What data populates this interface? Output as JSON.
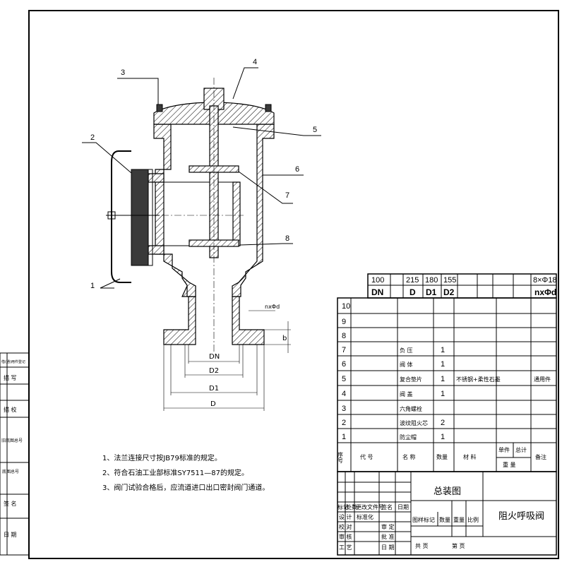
{
  "drawing": {
    "callouts": [
      "1",
      "2",
      "3",
      "4",
      "5",
      "6",
      "7",
      "8"
    ],
    "dims": {
      "dn": "DN",
      "d2": "D2",
      "d1": "D1",
      "d": "D",
      "b": "b",
      "nxd": "nxΦd"
    }
  },
  "notes": [
    "1、法兰连接尺寸按JB79标准的规定。",
    "2、符合石油工业部标准SY7511—87的规定。",
    "3、阀门试验合格后，应流道进口出口密封阀门通道。"
  ],
  "spec_table": {
    "values": [
      "100",
      "215",
      "180",
      "155",
      "8×Φ18"
    ],
    "headers": [
      "DN",
      "D",
      "D1",
      "D2",
      "nxΦd"
    ]
  },
  "parts": [
    {
      "no": "10",
      "name": "",
      "qty": "",
      "material": "",
      "note": ""
    },
    {
      "no": "9",
      "name": "",
      "qty": "",
      "material": "",
      "note": ""
    },
    {
      "no": "8",
      "name": "",
      "qty": "",
      "material": "",
      "note": ""
    },
    {
      "no": "7",
      "name": "负  压",
      "qty": "1",
      "material": "",
      "note": ""
    },
    {
      "no": "6",
      "name": "阀  体",
      "qty": "1",
      "material": "",
      "note": ""
    },
    {
      "no": "5",
      "name": "复合垫片",
      "qty": "1",
      "material": "不锈钢+柔性石墨",
      "note": "通用件"
    },
    {
      "no": "4",
      "name": "阀  盖",
      "qty": "1",
      "material": "",
      "note": ""
    },
    {
      "no": "3",
      "name": "六角螺栓",
      "qty": "",
      "material": "",
      "note": ""
    },
    {
      "no": "2",
      "name": "波纹阻火芯",
      "qty": "2",
      "material": "",
      "note": ""
    },
    {
      "no": "1",
      "name": "防尘帽",
      "qty": "1",
      "material": "",
      "note": ""
    }
  ],
  "parts_header": {
    "no": "序号",
    "code": "代  号",
    "name": "名   称",
    "qty": "数量",
    "material": "材   料",
    "single": "单件",
    "total": "总计",
    "weight": "重   量",
    "note": "备注"
  },
  "title_block": {
    "assembly": "总装图",
    "product": "阻火呼吸阀",
    "mark": "标记",
    "count": "处数",
    "doc": "更改文件号",
    "sign": "签名",
    "date": "日期",
    "design": "设  计",
    "std": "标准化",
    "proof": "校  对",
    "review": "审  定",
    "audit": "审  核",
    "approve": "批  准",
    "craft": "工  艺",
    "date2": "日  期",
    "stage": "图样标记",
    "qty": "数量",
    "weight": "重量",
    "scale": "比例",
    "total_sheets": "共      页",
    "sheet": "第      页"
  },
  "side_block": [
    "借(通)用件登记",
    "描  写",
    "描  校",
    "旧底图总号",
    "底图总号",
    "签  名",
    "日  期"
  ]
}
